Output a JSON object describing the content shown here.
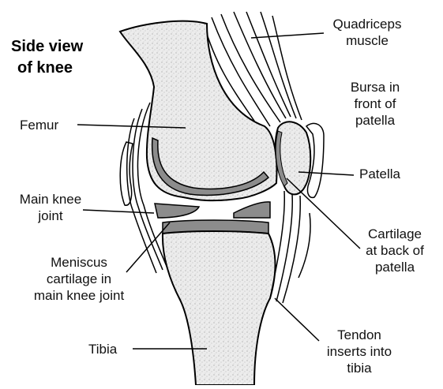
{
  "title": {
    "line1": "Side view",
    "line2": "of knee"
  },
  "labels": {
    "quadriceps": {
      "line1": "Quadriceps",
      "line2": "muscle"
    },
    "bursa": {
      "line1": "Bursa in",
      "line2": "front of",
      "line3": "patella"
    },
    "femur": "Femur",
    "patella": "Patella",
    "main_joint": {
      "line1": "Main knee",
      "line2": "joint"
    },
    "cartilage_back": {
      "line1": "Cartilage",
      "line2": "at back of",
      "line3": "patella"
    },
    "meniscus": {
      "line1": "Meniscus",
      "line2": "cartilage in",
      "line3": "main knee joint"
    },
    "tibia": "Tibia",
    "tendon": {
      "line1": "Tendon",
      "line2": "inserts into",
      "line3": "tibia"
    }
  },
  "colors": {
    "bone_fill": "#e6e6e6",
    "cartilage_fill": "#8c8c8c",
    "outline": "#000000",
    "background": "#ffffff"
  }
}
